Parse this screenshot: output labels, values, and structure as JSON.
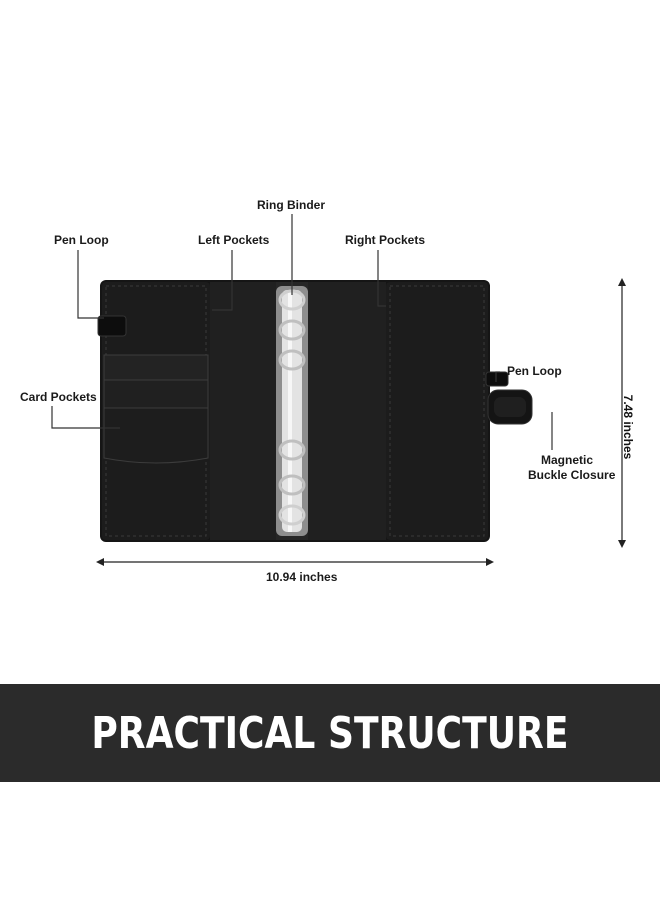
{
  "labels": {
    "ring_binder": "Ring Binder",
    "pen_loop_left": "Pen Loop",
    "left_pockets": "Left Pockets",
    "right_pockets": "Right Pockets",
    "card_pockets": "Card Pockets",
    "pen_loop_right": "Pen Loop",
    "magnetic_buckle_closure_line1": "Magnetic",
    "magnetic_buckle_closure_line2": "Buckle Closure",
    "width_dimension": "10.94 inches",
    "height_dimension": "7.48 inches"
  },
  "banner": {
    "title": "PRACTICAL STRUCTURE"
  },
  "colors": {
    "banner_background": "#2b2b2b",
    "banner_text": "#ffffff",
    "binder_leather": "#1e1e1e",
    "rings": "#c9c9c9"
  }
}
